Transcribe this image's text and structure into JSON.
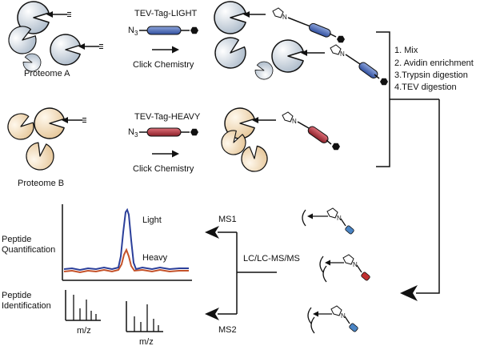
{
  "colors": {
    "protein_a": "#d6e0ea",
    "protein_b": "#f2dcbc",
    "tag_light": "#4a6cc0",
    "tag_heavy": "#b5323a",
    "trace_light": "#2b3f9a",
    "trace_heavy": "#c4522a",
    "ink": "#111111"
  },
  "labels": {
    "proteome_a": "Proteome A",
    "proteome_b": "Proteome B",
    "tag_light": "TEV-Tag-LIGHT",
    "tag_heavy": "TEV-Tag-HEAVY",
    "azide": "N",
    "azide_sub": "3",
    "click_top": "Click Chemistry",
    "click_bottom": "Click Chemistry",
    "triazole_n": "N",
    "ms1": "MS1",
    "ms2": "MS2",
    "lcms": "LC/LC-MS/MS",
    "peptide_quant_1": "Peptide",
    "peptide_quant_2": "Quantification",
    "peptide_ident_1": "Peptide",
    "peptide_ident_2": "Identification",
    "light": "Light",
    "heavy": "Heavy",
    "mz_1": "m/z",
    "mz_2": "m/z"
  },
  "steps": [
    "1. Mix",
    "2. Avidin enrichment",
    "3.Trypsin digestion",
    "4.TEV digestion"
  ]
}
